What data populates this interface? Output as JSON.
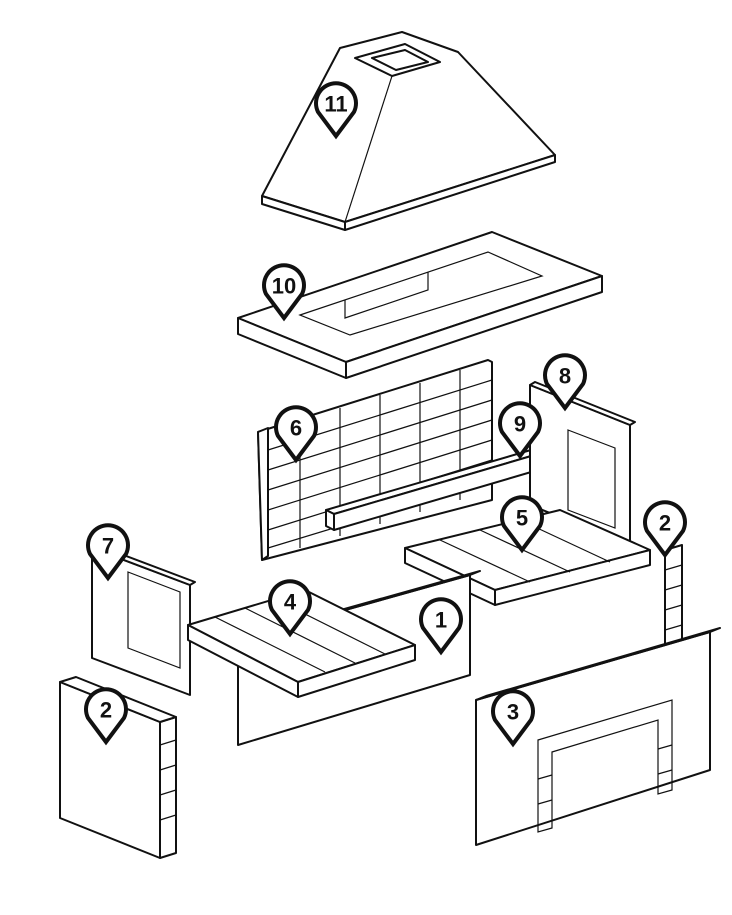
{
  "diagram": {
    "style": "exploded assembly line drawing",
    "stroke_color": "#111111",
    "background_color": "#ffffff",
    "markers": [
      {
        "id": "marker-11",
        "label": "11"
      },
      {
        "id": "marker-10",
        "label": "10"
      },
      {
        "id": "marker-8",
        "label": "8"
      },
      {
        "id": "marker-6",
        "label": "6"
      },
      {
        "id": "marker-9",
        "label": "9"
      },
      {
        "id": "marker-5",
        "label": "5"
      },
      {
        "id": "marker-2-right",
        "label": "2"
      },
      {
        "id": "marker-7",
        "label": "7"
      },
      {
        "id": "marker-4",
        "label": "4"
      },
      {
        "id": "marker-1",
        "label": "1"
      },
      {
        "id": "marker-2-left",
        "label": "2"
      },
      {
        "id": "marker-3",
        "label": "3"
      }
    ]
  }
}
